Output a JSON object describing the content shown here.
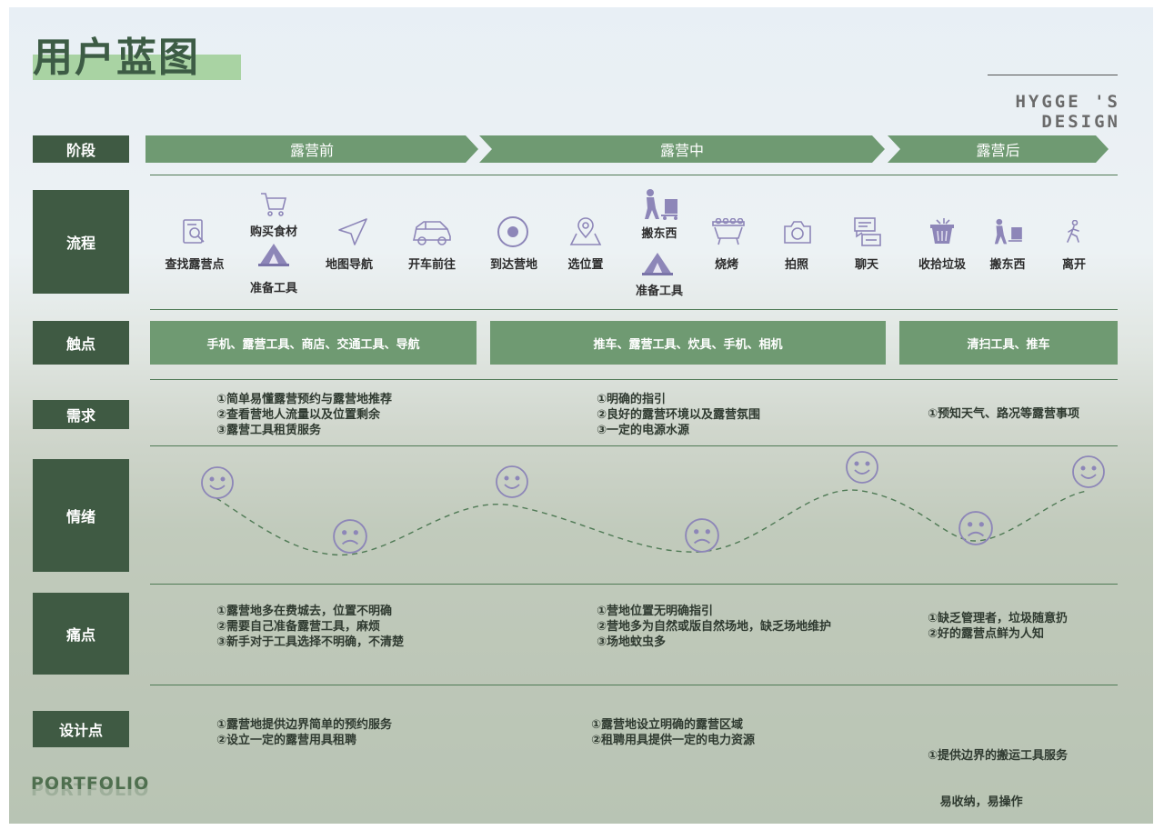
{
  "header": {
    "title": "用户蓝图",
    "brand": "HYGGE 'S DESIGN"
  },
  "rows": {
    "stage": "阶段",
    "process": "流程",
    "touchpoint": "触点",
    "needs": "需求",
    "emotion": "情绪",
    "pain": "痛点",
    "design": "设计点"
  },
  "stages": [
    "露营前",
    "露营中",
    "露营后"
  ],
  "steps": [
    {
      "label": "查找露营点",
      "icon": "search-doc-icon"
    },
    {
      "label": "购买食材",
      "icon": "shopping-cart-icon"
    },
    {
      "label": "准备工具",
      "icon": "tent-icon"
    },
    {
      "label": "地图导航",
      "icon": "navigation-arrow-icon"
    },
    {
      "label": "开车前往",
      "icon": "car-icon"
    },
    {
      "label": "到达营地",
      "icon": "target-icon"
    },
    {
      "label": "选位置",
      "icon": "location-pin-icon"
    },
    {
      "label": "搬东西",
      "icon": "hand-truck-icon"
    },
    {
      "label": "准备工具",
      "icon": "tent-icon"
    },
    {
      "label": "烧烤",
      "icon": "grill-icon"
    },
    {
      "label": "拍照",
      "icon": "camera-icon"
    },
    {
      "label": "聊天",
      "icon": "chat-icon"
    },
    {
      "label": "收拾垃圾",
      "icon": "trash-basket-icon"
    },
    {
      "label": "搬东西",
      "icon": "hand-truck-icon"
    },
    {
      "label": "离开",
      "icon": "walking-person-icon"
    }
  ],
  "touchpoints": [
    "手机、露营工具、商店、交通工具、导航",
    "推车、露营工具、炊具、手机、相机",
    "清扫工具、推车"
  ],
  "needs": [
    [
      "①简单易懂露营预约与露营地推荐",
      "②查看营地人流量以及位置剩余",
      "③露营工具租赁服务"
    ],
    [
      "①明确的指引",
      "②良好的露营环境以及露营氛围",
      "③一定的电源水源"
    ],
    [
      "①预知天气、路况等露营事项"
    ]
  ],
  "emotions": {
    "faces": [
      "happy",
      "sad",
      "happy",
      "sad",
      "happy",
      "sad",
      "happy"
    ]
  },
  "pain_points": [
    [
      "①露营地多在费城去，位置不明确",
      "②需要自己准备露营工具，麻烦",
      "③新手对于工具选择不明确，不清楚"
    ],
    [
      "①营地位置无明确指引",
      "②营地多为自然或版自然场地，缺乏场地维护",
      "③场地蚊虫多"
    ],
    [
      "①缺乏管理者，垃圾随意扔",
      "②好的露营点鲜为人知"
    ]
  ],
  "design_points": [
    [
      "①露营地提供边界简单的预约服务",
      "②设立一定的露营用具租聘"
    ],
    [
      "①露营地设立明确的露营区域",
      "②租聘用具提供一定的电力资源"
    ],
    [
      "①提供边界的搬运工具服务",
      "   易收纳，易操作"
    ]
  ],
  "footer": "PORTFOLIO",
  "colors": {
    "dark_green": "#3f5a43",
    "mid_green": "#6f9a72",
    "highlight": "#a9d3a3",
    "icon_purple": "#8d86b8"
  }
}
